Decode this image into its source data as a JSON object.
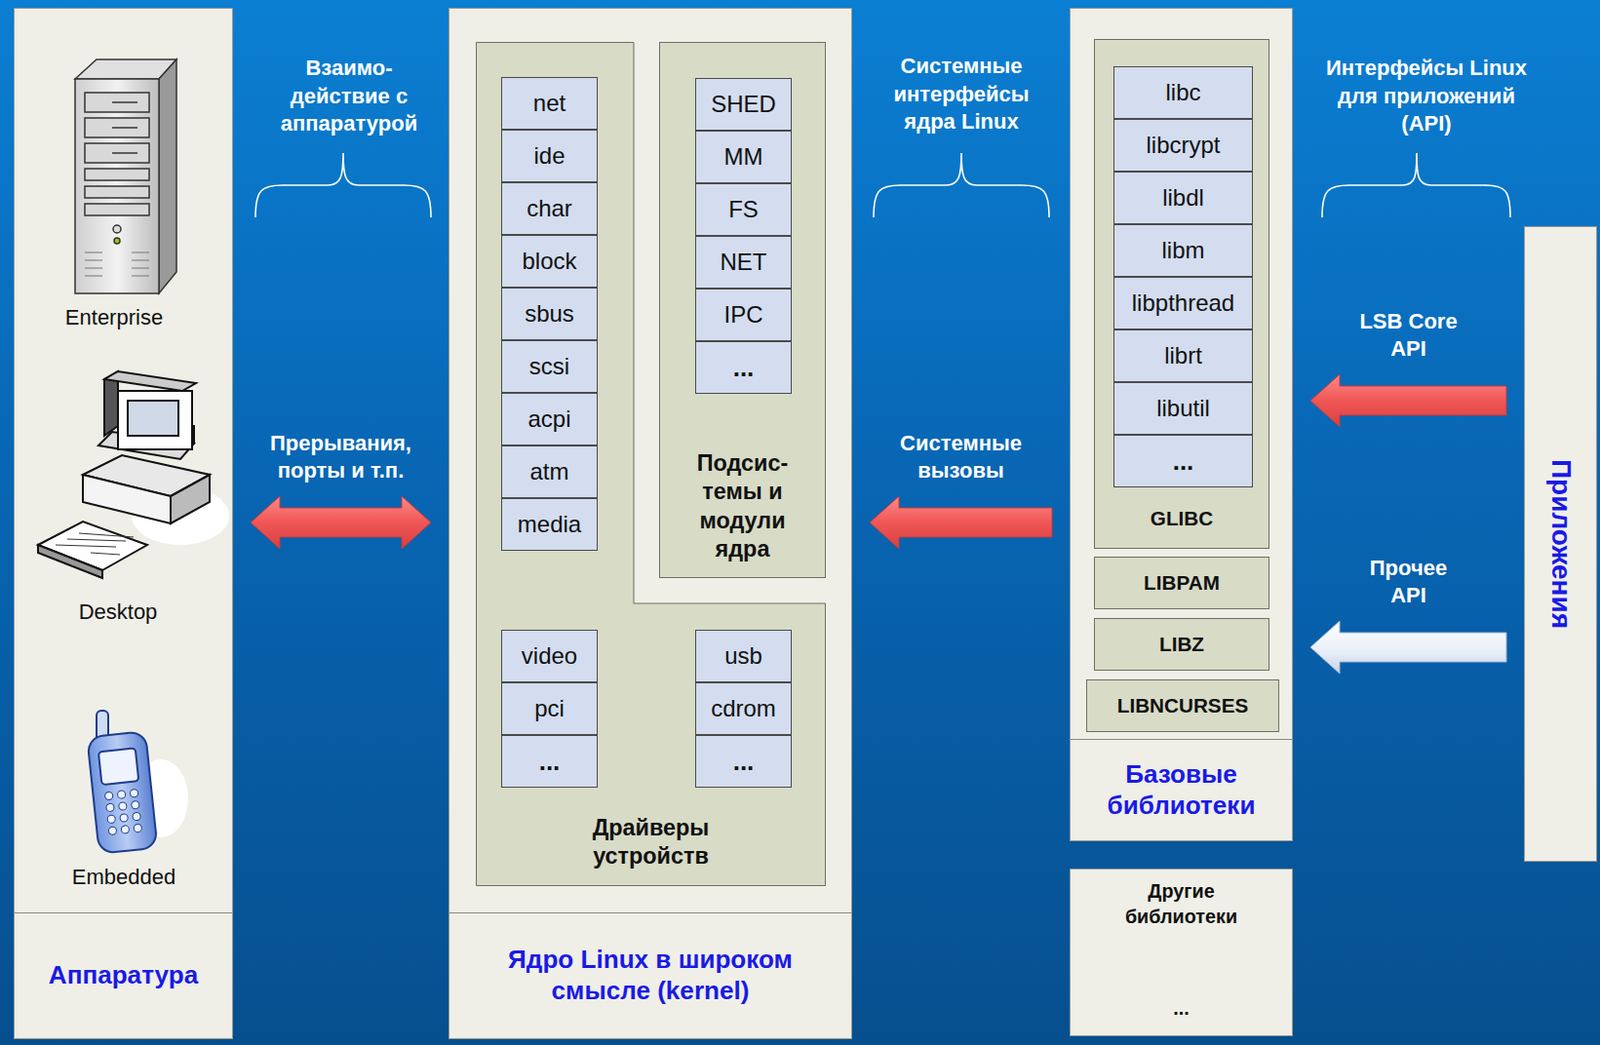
{
  "diagram": {
    "nodes": [
      {
        "text": [
          "Аппаратура"
        ]
      },
      {
        "text": [
          "Ядро Linux в широком смысле (kernel)"
        ]
      },
      {
        "text": [
          "Драйверы устройств"
        ],
        "in": 1
      },
      {
        "text": [
          "net"
        ],
        "in": 2
      },
      {
        "text": [
          "ide"
        ],
        "in": 2
      },
      {
        "text": [
          "char"
        ],
        "in": 2
      },
      {
        "text": [
          "block"
        ],
        "in": 2
      },
      {
        "text": [
          "sbus"
        ],
        "in": 2
      },
      {
        "text": [
          "scsi"
        ],
        "in": 2
      },
      {
        "text": [
          "acpi"
        ],
        "in": 2
      },
      {
        "text": [
          "atm"
        ],
        "in": 2
      },
      {
        "text": [
          "media"
        ],
        "in": 2
      },
      {
        "text": [
          "video"
        ],
        "in": 2
      },
      {
        "text": [
          "pci"
        ],
        "in": 2
      },
      {
        "text": [
          "..."
        ],
        "in": 2
      },
      {
        "text": [
          "usb"
        ],
        "in": 2
      },
      {
        "text": [
          "cdrom"
        ],
        "in": 2
      },
      {
        "text": [
          "..."
        ],
        "in": 2
      },
      {
        "text": [
          "Подсис- темы и модули ядра"
        ],
        "in": 1
      },
      {
        "text": [
          "SHED"
        ],
        "in": 18
      },
      {
        "text": [
          "MM"
        ],
        "in": 18
      },
      {
        "text": [
          "FS"
        ],
        "in": 18
      },
      {
        "text": [
          "NET"
        ],
        "in": 18
      },
      {
        "text": [
          "IPC"
        ],
        "in": 18
      },
      {
        "text": [
          "..."
        ],
        "in": 18
      },
      {
        "text": [
          "Базовые библиотеки"
        ]
      },
      {
        "text": [
          "GLIBC"
        ],
        "in": 25
      },
      {
        "text": [
          "libc"
        ],
        "in": 26
      },
      {
        "text": [
          "libcrypt"
        ],
        "in": 26
      },
      {
        "text": [
          "libdl"
        ],
        "in": 26
      },
      {
        "text": [
          "libm"
        ],
        "in": 26
      },
      {
        "text": [
          "libpthread"
        ],
        "in": 26
      },
      {
        "text": [
          "librt"
        ],
        "in": 26
      },
      {
        "text": [
          "libutil"
        ],
        "in": 26
      },
      {
        "text": [
          "..."
        ],
        "in": 26
      },
      {
        "text": [
          "LIBPAM"
        ],
        "in": 25
      },
      {
        "text": [
          "LIBZ"
        ],
        "in": 25
      },
      {
        "text": [
          "LIBNCURSES"
        ],
        "in": 25
      },
      {
        "text": [
          "Другие библиотеки",
          "..."
        ]
      },
      {
        "text": [
          "Приложения"
        ]
      }
    ],
    "edges": [
      {
        "from": 0,
        "to": 1,
        "arrow": "both",
        "label": "Прерывания, порты и т.п."
      },
      {
        "from": 25,
        "to": 1,
        "arrow": "to",
        "label": "Системные вызовы"
      },
      {
        "from": 39,
        "to": 25,
        "arrow": "to",
        "label": "LSB Core API"
      },
      {
        "from": 39,
        "to": 25,
        "arrow": "to",
        "label": "Прочее API"
      }
    ],
    "labels": [
      "Enterprise",
      "Desktop",
      "Embedded",
      "Взаимо- действие с аппаратурой",
      "Системные интерфейсы ядра Linux",
      "Интерфейсы Linux для приложений (API)"
    ]
  }
}
